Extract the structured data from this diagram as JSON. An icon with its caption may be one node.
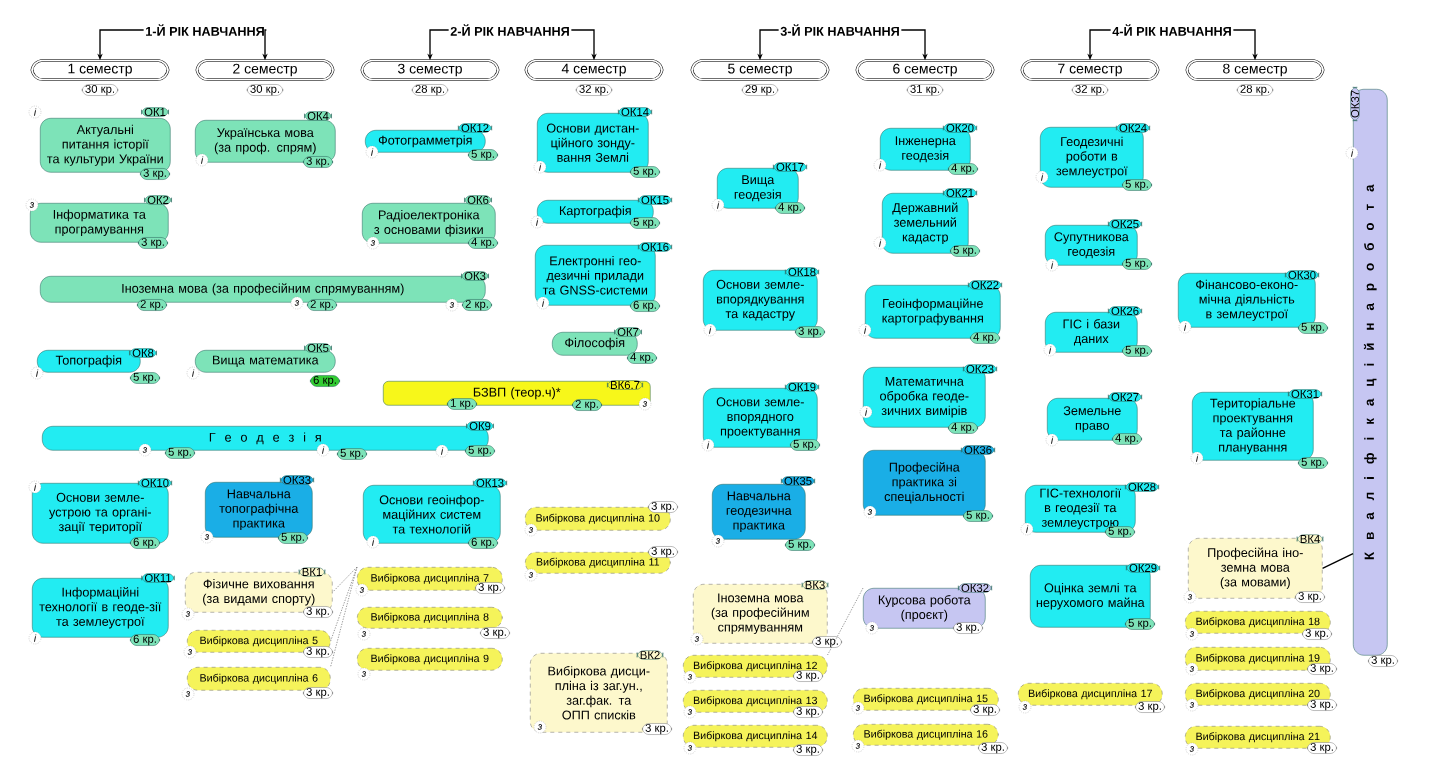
{
  "diagram": {
    "nodes": [
      {
        "text": [
          "1-Й РІК НАВЧАННЯ"
        ]
      },
      {
        "text": [
          "2-Й РІК НАВЧАННЯ"
        ]
      },
      {
        "text": [
          "3-Й РІК НАВЧАННЯ"
        ]
      },
      {
        "text": [
          "4-Й РІК НАВЧАННЯ"
        ]
      },
      {
        "text": [
          "1 семестр",
          "30 кр."
        ]
      },
      {
        "text": [
          "2 семестр",
          "30 кр."
        ]
      },
      {
        "text": [
          "3 семестр",
          "28 кр."
        ]
      },
      {
        "text": [
          "4 семестр",
          "32 кр."
        ]
      },
      {
        "text": [
          "5 семестр",
          "29 кр."
        ]
      },
      {
        "text": [
          "6 семестр",
          "31 кр."
        ]
      },
      {
        "text": [
          "7 семестр",
          "32 кр."
        ]
      },
      {
        "text": [
          "8 семестр",
          "28 кр."
        ]
      },
      {
        "text": [
          "і",
          "ОК1",
          "Актуальні питання історії та культури України",
          "3 кр."
        ]
      },
      {
        "text": [
          "з",
          "ОК2",
          "Інформатика та програмування",
          "3 кр."
        ]
      },
      {
        "text": [
          "ОК3",
          "Іноземна мова (за професійним спрямуванням)",
          "2 кр.",
          "з",
          "2 кр.",
          "з",
          "2 кр."
        ]
      },
      {
        "text": [
          "ОК8",
          "Топографія",
          "і",
          "5 кр."
        ]
      },
      {
        "text": [
          "ОК9",
          "Г е о д е з і я",
          "з",
          "5 кр.",
          "і",
          "5 кр.",
          "і",
          "5 кр."
        ]
      },
      {
        "text": [
          "і",
          "ОК10",
          "Основи земле-устрою та органі-зації території",
          "6 кр."
        ]
      },
      {
        "text": [
          "ОК11",
          "Інформаційні технології в геоде-зії та землеустрої",
          "і",
          "6 кр."
        ]
      },
      {
        "text": [
          "ОК4",
          "Українська мова (за проф. спрям)",
          "і",
          "3 кр."
        ]
      },
      {
        "text": [
          "ОК5",
          "Вища математика",
          "і",
          "6 кр."
        ]
      },
      {
        "text": [
          "ОК33",
          "Навчальна топографічна практика",
          "з",
          "5 кр."
        ]
      },
      {
        "text": [
          "ВК1",
          "Фізичне виховання (за видами спорту)",
          "з",
          "3 кр."
        ]
      },
      {
        "text": [
          "Вибіркова дисципліна 5",
          "з",
          "3 кр."
        ]
      },
      {
        "text": [
          "Вибіркова дисципліна 6",
          "з",
          "3 кр."
        ]
      },
      {
        "text": [
          "ОК12",
          "Фотограмметрія",
          "і",
          "5 кр."
        ]
      },
      {
        "text": [
          "ОК6",
          "Радіоелектроніка з основами фізики",
          "з",
          "4 кр."
        ]
      },
      {
        "text": [
          "ВК6.7",
          "БЗВП (теор.ч)*",
          "1 кр.",
          "2 кр.",
          "з"
        ]
      },
      {
        "text": [
          "ОК13",
          "Основи геоінфор-маційних систем та технологій",
          "і",
          "6 кр."
        ]
      },
      {
        "text": [
          "Вибіркова дисципліна 7",
          "з",
          "3 кр."
        ]
      },
      {
        "text": [
          "Вибіркова дисципліна 8",
          "з",
          "3 кр."
        ]
      },
      {
        "text": [
          "Вибіркова дисципліна 9",
          "з"
        ]
      },
      {
        "text": [
          "ОК14",
          "Основи дистан-ційного зонду-вання Землі",
          "і",
          "5 кр."
        ]
      },
      {
        "text": [
          "ОК15",
          "Картографія",
          "і",
          "5 кр."
        ]
      },
      {
        "text": [
          "ОК16",
          "Електронні гео-дезичні прилади та GNSS-системи",
          "і",
          "6 кр."
        ]
      },
      {
        "text": [
          "ОК7",
          "Філософія",
          "4 кр."
        ]
      },
      {
        "text": [
          "3 кр.",
          "Вибіркова дисципліна 10",
          "з"
        ]
      },
      {
        "text": [
          "3 кр.",
          "Вибіркова дисципліна 11",
          "з"
        ]
      },
      {
        "text": [
          "ВК2",
          "Вибіркова дисци-пліна із заг.ун., заг.фак. та ОПП списків",
          "з",
          "3 кр."
        ]
      },
      {
        "text": [
          "ОК17",
          "Вища геодезія",
          "і",
          "4 кр."
        ]
      },
      {
        "text": [
          "ОК18",
          "Основи земле-впорядкування та кадастру",
          "і",
          "3 кр."
        ]
      },
      {
        "text": [
          "ОК19",
          "Основи земле-впорядного проектування",
          "і",
          "5 кр."
        ]
      },
      {
        "text": [
          "ОК35",
          "Навчальна геодезична практика",
          "з",
          "5 кр."
        ]
      },
      {
        "text": [
          "ВК3",
          "Іноземна мова (за професійним спрямуванням",
          "з",
          "3 кр."
        ]
      },
      {
        "text": [
          "Вибіркова дисципліна 12",
          "з",
          "3 кр."
        ]
      },
      {
        "text": [
          "Вибіркова дисципліна 13",
          "з",
          "3 кр."
        ]
      },
      {
        "text": [
          "Вибіркова дисципліна 14",
          "з",
          "3 кр."
        ]
      },
      {
        "text": [
          "ОК20",
          "Інженерна геодезія",
          "і",
          "4 кр."
        ]
      },
      {
        "text": [
          "ОК21",
          "Державний земельний кадастр",
          "і",
          "5 кр."
        ]
      },
      {
        "text": [
          "ОК22",
          "Геоінформаційне картографування",
          "і",
          "4 кр."
        ]
      },
      {
        "text": [
          "ОК23",
          "Математична обробка геоде-зичних вимірів",
          "і",
          "4 кр."
        ]
      },
      {
        "text": [
          "ОК36",
          "Професійна практика зі спеціальності",
          "з",
          "5 кр."
        ]
      },
      {
        "text": [
          "ОК32",
          "Курсова робота (проєкт)",
          "з",
          "3 кр."
        ]
      },
      {
        "text": [
          "Вибіркова дисципліна 15",
          "з",
          "3 кр."
        ]
      },
      {
        "text": [
          "Вибіркова дисципліна 16",
          "з",
          "3 кр."
        ]
      },
      {
        "text": [
          "ОК24",
          "Геодезичні роботи в землеустрої",
          "і",
          "5 кр."
        ]
      },
      {
        "text": [
          "ОК25",
          "Супутникова геодезія",
          "і",
          "5 кр."
        ]
      },
      {
        "text": [
          "ОК26",
          "ГІС і бази даних",
          "і",
          "5 кр."
        ]
      },
      {
        "text": [
          "ОК27",
          "Земельне право",
          "і",
          "4 кр."
        ]
      },
      {
        "text": [
          "ОК28",
          "ГІС-технології в геодезії та землеустрою",
          "і",
          "5 кр."
        ]
      },
      {
        "text": [
          "ОК29",
          "Оцінка землі та нерухомого майна",
          "5 кр."
        ]
      },
      {
        "text": [
          "Вибіркова дисципліна 17",
          "з",
          "3 кр."
        ]
      },
      {
        "text": [
          "ОК30",
          "Фінансово-еконо-мічна діяльність в землеустрої",
          "і",
          "5 кр."
        ]
      },
      {
        "text": [
          "ОК31",
          "Територіальне проектування та районне планування",
          "і",
          "5 кр."
        ]
      },
      {
        "text": [
          "ВК4",
          "Професійна іно-земна мова (за мовами)",
          "з",
          "3 кр."
        ]
      },
      {
        "text": [
          "Вибіркова дисципліна 18",
          "з",
          "3 кр."
        ]
      },
      {
        "text": [
          "Вибіркова дисципліна 19",
          "з",
          "3 кр."
        ]
      },
      {
        "text": [
          "Вибіркова дисципліна 20",
          "з",
          "3 кр."
        ]
      },
      {
        "text": [
          "Вибіркова дисципліна 21",
          "з",
          "3 кр."
        ]
      },
      {
        "text": [
          "ОК37",
          "К в а л і ф і к а ц і й н а р о б о т а",
          "і",
          "3 кр."
        ]
      }
    ],
    "edges": [
      {
        "from": 0,
        "to": 4,
        "arrow": "to"
      },
      {
        "from": 0,
        "to": 5,
        "arrow": "to"
      },
      {
        "from": 1,
        "to": 6,
        "arrow": "to"
      },
      {
        "from": 1,
        "to": 7,
        "arrow": "to"
      },
      {
        "from": 2,
        "to": 8,
        "arrow": "to"
      },
      {
        "from": 2,
        "to": 9,
        "arrow": "to"
      },
      {
        "from": 3,
        "to": 10,
        "arrow": "to"
      },
      {
        "from": 3,
        "to": 11,
        "arrow": "to"
      },
      {
        "from": 64,
        "to": 69,
        "arrow": "none"
      },
      {
        "from": 29,
        "to": 22,
        "arrow": "none",
        "style": "dashed",
        "color": "#808080"
      },
      {
        "from": 29,
        "to": 23,
        "arrow": "none",
        "style": "dashed",
        "color": "#808080"
      },
      {
        "from": 29,
        "to": 24,
        "arrow": "none",
        "style": "dashed",
        "color": "#808080"
      },
      {
        "from": 52,
        "to": 44,
        "arrow": "none",
        "style": "dashed",
        "color": "#808080"
      }
    ]
  }
}
